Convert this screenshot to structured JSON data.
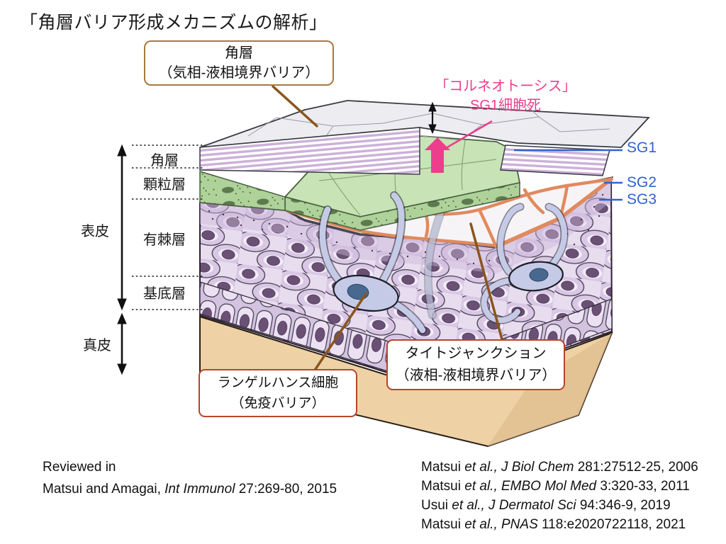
{
  "title": "「角層バリア形成メカニズムの解析」",
  "callouts": {
    "stratum_corneum": {
      "line1": "角層",
      "line2": "（気相-液相境界バリア）"
    },
    "langerhans": {
      "line1": "ランゲルハンス細胞",
      "line2": "（免疫バリア）"
    },
    "tight_junction": {
      "line1": "タイトジャンクション",
      "line2": "（液相-液相境界バリア）"
    },
    "corneoptosis": {
      "line1": "「コルネオトーシス」",
      "line2": "SG1細胞死"
    }
  },
  "sg_labels": {
    "sg1": "SG1",
    "sg2": "SG2",
    "sg3": "SG3"
  },
  "layer_labels": {
    "stratum_corneum": "角層",
    "granular_layer": "顆粒層",
    "spinous_layer": "有棘層",
    "basal_layer": "基底層",
    "epidermis": "表皮",
    "dermis": "真皮"
  },
  "citations": {
    "reviewed_in": "Reviewed in",
    "review": {
      "pre": "Matsui and Amagai, ",
      "it": "Int Immunol",
      "post": " 27:269-80, 2015"
    },
    "refs": [
      {
        "pre": "Matsui ",
        "it": "et al., J Biol Chem",
        "post": " 281:27512-25, 2006"
      },
      {
        "pre": "Matsui ",
        "it": "et al., EMBO Mol Med",
        "post": " 3:320-33, 2011"
      },
      {
        "pre": "Usui ",
        "it": "et al., J Dermatol Sci",
        "post": " 94:346-9, 2019"
      },
      {
        "pre": "Matsui ",
        "it": "et al., PNAS",
        "post": " 118:e2020722118, 2021"
      }
    ]
  },
  "colors": {
    "accent_pink": "#ee3d8c",
    "label_blue": "#2f62cf",
    "box_brown": "#a87a3e",
    "box_red": "#b8432c",
    "pointer_brown": "#8a551c",
    "sg1_green": "#c8e4b6",
    "tight_junction_orange": "#e08a5e",
    "dermis_tan": "#eed2a6",
    "epidermis_purple": "#d9c7e5"
  }
}
